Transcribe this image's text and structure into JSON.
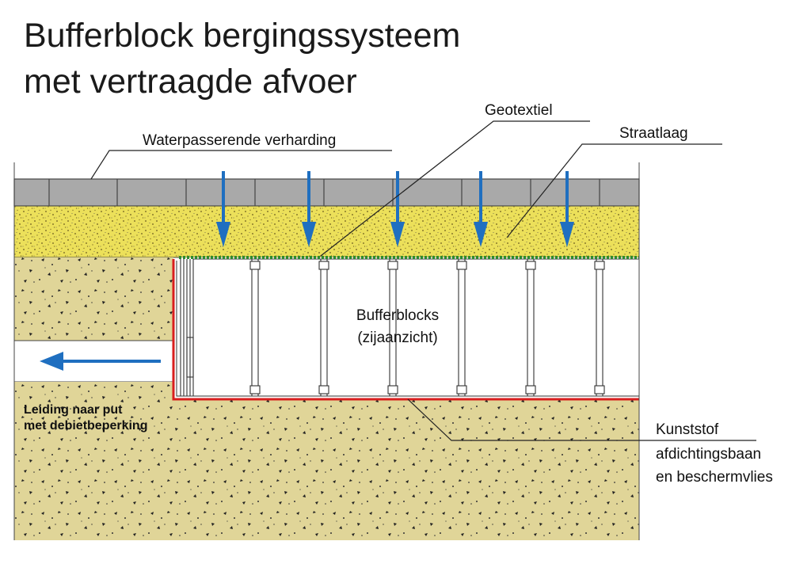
{
  "title": {
    "line1": "Bufferblock bergingssysteem",
    "line2": "met vertraagde afvoer"
  },
  "labels": {
    "paving": "Waterpasserende verharding",
    "geotextile": "Geotextiel",
    "street_layer": "Straatlaag",
    "blocks_line1": "Bufferblocks",
    "blocks_line2": "(zijaanzicht)",
    "pipe_line1": "Leiding naar put",
    "pipe_line2": "met debietbeperking",
    "membrane_line1": "Kunststof",
    "membrane_line2": "afdichtingsbaan",
    "membrane_line3": "en beschermvlies"
  },
  "colors": {
    "paving_stone": "#a9a9a9",
    "sand_yellow": "#ece05a",
    "soil": "#e0d598",
    "geotextile_green": "#2e8b2e",
    "membrane_red": "#d81e1e",
    "water_arrow_blue": "#1f6fc0"
  },
  "icons": {
    "water_arrow": "arrow-down-icon",
    "outflow_arrow": "arrow-left-icon"
  }
}
